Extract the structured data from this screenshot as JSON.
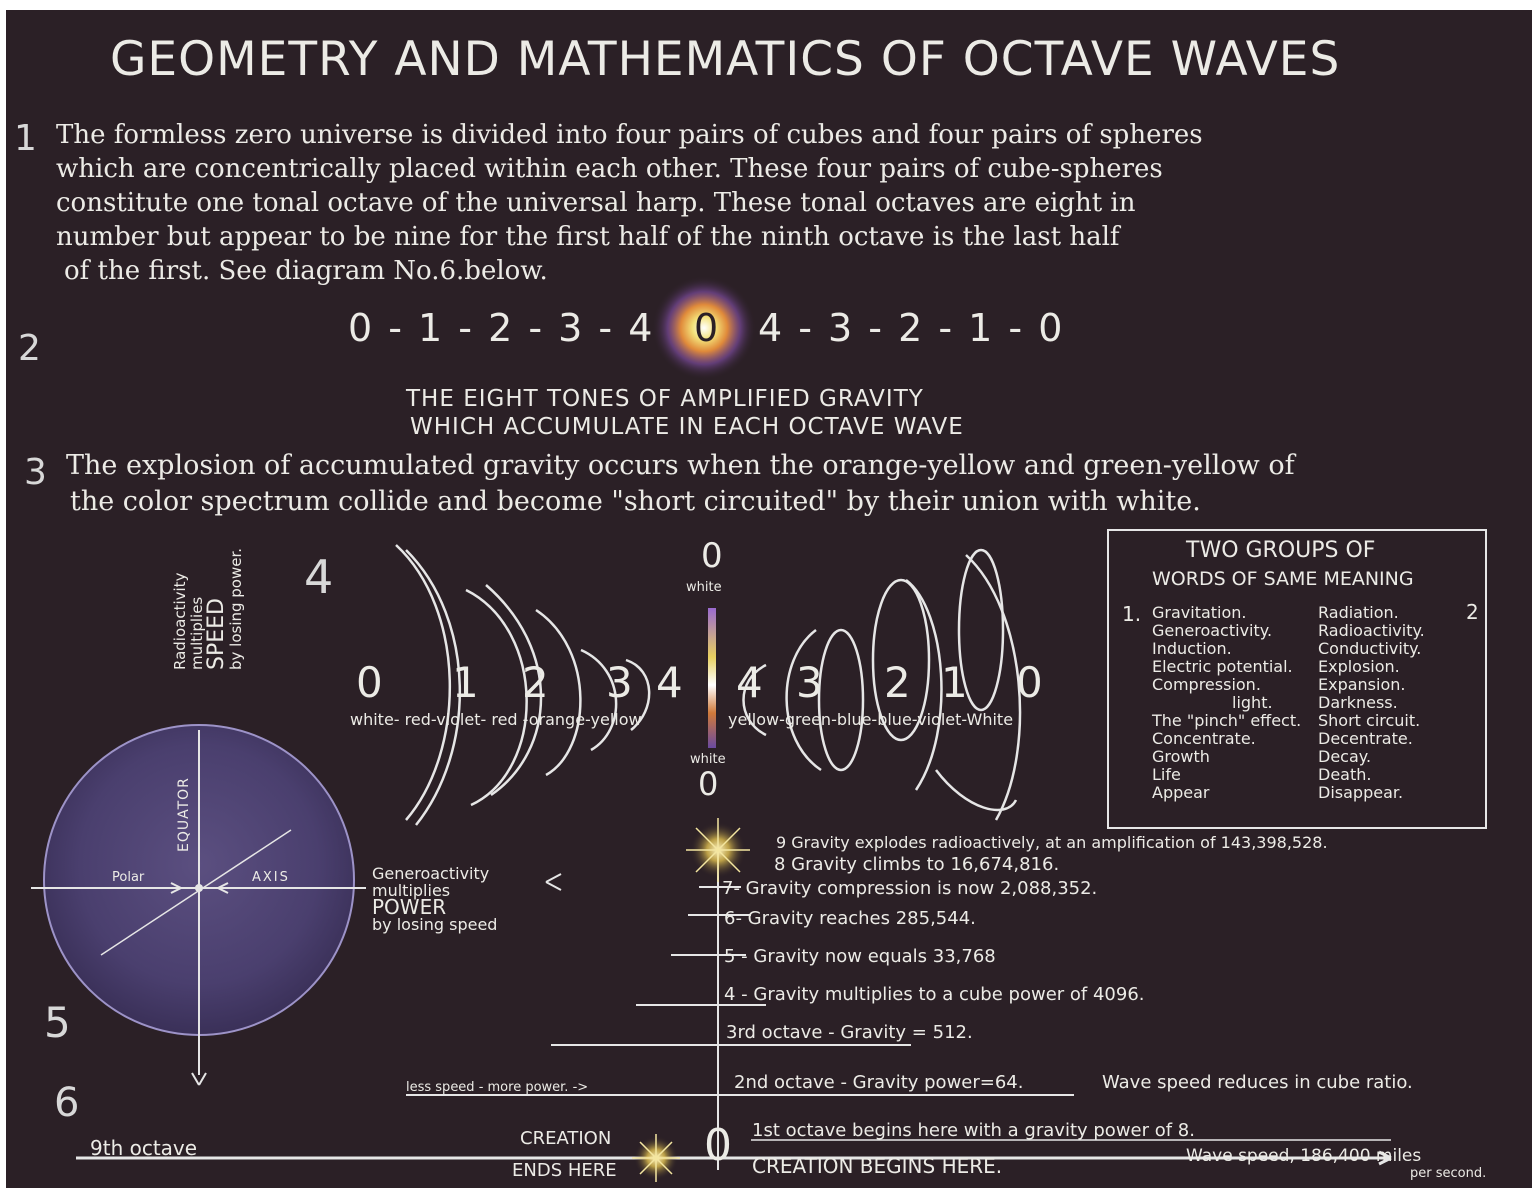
{
  "title": "GEOMETRY AND MATHEMATICS OF OCTAVE WAVES",
  "section_numbers": [
    "1",
    "2",
    "3",
    "4",
    "5",
    "6"
  ],
  "paragraph1": [
    "The formless zero universe is divided into four pairs of cubes and four pairs of spheres",
    "which are concentrically placed within each other. These four pairs of cube-spheres",
    "constitute one tonal octave of the universal harp. These tonal octaves are eight in",
    "number but appear to be nine for the first half of the ninth octave is the last half",
    "of the first. See diagram No.6.below."
  ],
  "tone_sequence": {
    "left": "0 - 1 - 2 - 3 - 4",
    "center": "0",
    "right": "4 - 3 - 2 - 1 - 0"
  },
  "tones_caption": [
    "THE EIGHT TONES OF AMPLIFIED GRAVITY",
    "WHICH ACCUMULATE IN EACH OCTAVE WAVE"
  ],
  "paragraph3": [
    "The explosion of accumulated gravity occurs when the orange-yellow and green-yellow of",
    "the color spectrum collide and become \"short circuited\" by their union with white."
  ],
  "wave_diagram": {
    "vertical_label": [
      "Radioactivity",
      "multiplies",
      "SPEED",
      "by losing power."
    ],
    "top_zero": "0",
    "top_white": "white",
    "bottom_white": "white",
    "bottom_zero": "0",
    "numbers": [
      "0",
      "1",
      "2",
      "3",
      "4",
      "4",
      "3",
      "2",
      "1",
      "0"
    ],
    "left_colors": "white- red-violet- red -orange-yellow",
    "right_colors": "yellow-green-blue-blue-violet-White"
  },
  "words_box": {
    "title_line1": "TWO GROUPS OF",
    "title_line2": "WORDS OF SAME MEANING",
    "left_number": "1.",
    "right_number": "2",
    "left_words": [
      "Gravitation.",
      "Generoactivity.",
      "Induction.",
      "Electric potential.",
      "Compression.",
      "light.",
      "The \"pinch\" effect.",
      "Concentrate.",
      "Growth",
      "Life",
      "Appear"
    ],
    "right_words": [
      "Radiation.",
      "Radioactivity.",
      "Conductivity.",
      "Explosion.",
      "Expansion.",
      "Darkness.",
      "Short circuit.",
      "Decentrate.",
      "Decay.",
      "Death.",
      "Disappear."
    ]
  },
  "sphere": {
    "equator": "EQUATOR",
    "polar": "Polar",
    "axis": "AXIS",
    "generoactivity": [
      "Generoactivity",
      "multiplies",
      "POWER",
      "by losing speed"
    ]
  },
  "ladder": [
    "9 Gravity explodes radioactively, at an amplification of 143,398,528.",
    "8 Gravity climbs to 16,674,816.",
    "7- Gravity compression is now 2,088,352.",
    "6- Gravity reaches 285,544.",
    "5 - Gravity now equals 33,768",
    "4 - Gravity multiplies to a cube power of 4096.",
    "3rd octave - Gravity = 512.",
    "2nd octave - Gravity power=64.",
    "1st octave begins here with a gravity power of 8."
  ],
  "wave_speed_note": "Wave speed reduces in cube ratio.",
  "less_speed_note": "less speed - more power. ->",
  "ninth_octave": "9th octave",
  "creation_ends": [
    "CREATION",
    "ENDS HERE"
  ],
  "bottom_zero": "0",
  "creation_begins": "CREATION BEGINS HERE.",
  "wave_speed_value": "Wave speed, 186,400 miles",
  "per_second": "per second."
}
